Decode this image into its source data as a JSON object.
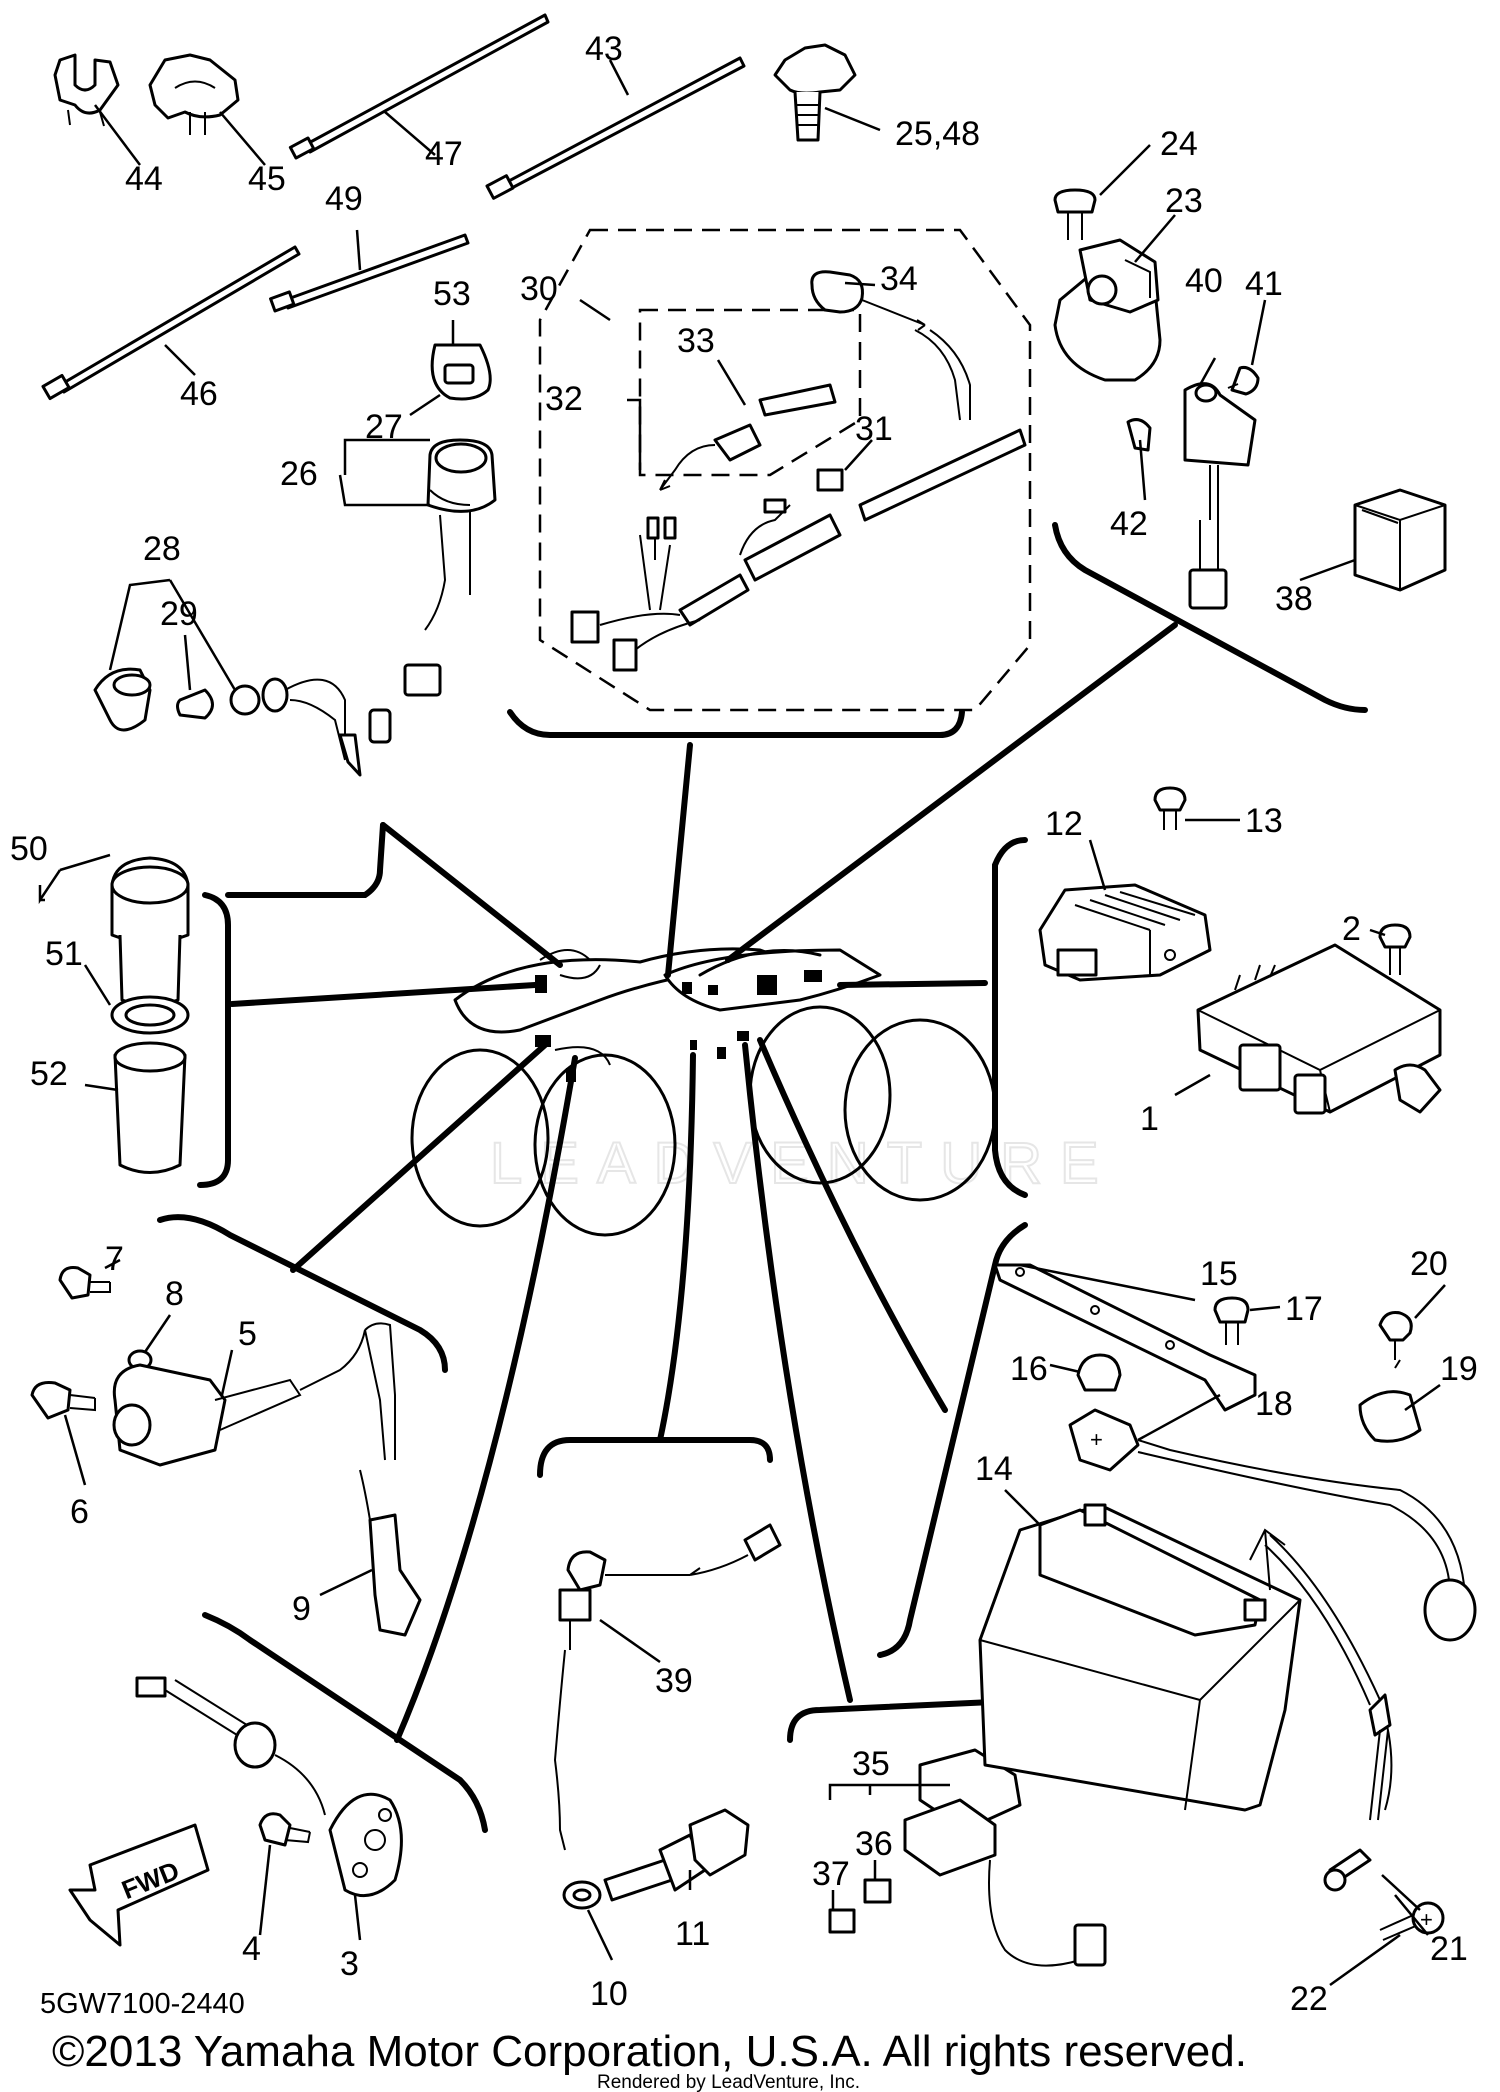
{
  "callouts": [
    {
      "id": "c44",
      "text": "44"
    },
    {
      "id": "c45",
      "text": "45"
    },
    {
      "id": "c47",
      "text": "47"
    },
    {
      "id": "c43",
      "text": "43"
    },
    {
      "id": "c25_48",
      "text": "25,48"
    },
    {
      "id": "c24",
      "text": "24"
    },
    {
      "id": "c23",
      "text": "23"
    },
    {
      "id": "c49",
      "text": "49"
    },
    {
      "id": "c46",
      "text": "46"
    },
    {
      "id": "c53",
      "text": "53"
    },
    {
      "id": "c27",
      "text": "27"
    },
    {
      "id": "c26",
      "text": "26"
    },
    {
      "id": "c30",
      "text": "30"
    },
    {
      "id": "c33",
      "text": "33"
    },
    {
      "id": "c32",
      "text": "32"
    },
    {
      "id": "c34",
      "text": "34"
    },
    {
      "id": "c31",
      "text": "31"
    },
    {
      "id": "c41",
      "text": "41"
    },
    {
      "id": "c40",
      "text": "40"
    },
    {
      "id": "c42",
      "text": "42"
    },
    {
      "id": "c38",
      "text": "38"
    },
    {
      "id": "c28",
      "text": "28"
    },
    {
      "id": "c29",
      "text": "29"
    },
    {
      "id": "c50",
      "text": "50"
    },
    {
      "id": "c51",
      "text": "51"
    },
    {
      "id": "c52",
      "text": "52"
    },
    {
      "id": "c12",
      "text": "12"
    },
    {
      "id": "c13",
      "text": "13"
    },
    {
      "id": "c2",
      "text": "2"
    },
    {
      "id": "c1",
      "text": "1"
    },
    {
      "id": "c7",
      "text": "7"
    },
    {
      "id": "c8",
      "text": "8"
    },
    {
      "id": "c5",
      "text": "5"
    },
    {
      "id": "c6",
      "text": "6"
    },
    {
      "id": "c9",
      "text": "9"
    },
    {
      "id": "c15",
      "text": "15"
    },
    {
      "id": "c17",
      "text": "17"
    },
    {
      "id": "c20",
      "text": "20"
    },
    {
      "id": "c16",
      "text": "16"
    },
    {
      "id": "c19",
      "text": "19"
    },
    {
      "id": "c18",
      "text": "18"
    },
    {
      "id": "c14",
      "text": "14"
    },
    {
      "id": "c39",
      "text": "39"
    },
    {
      "id": "c35",
      "text": "35"
    },
    {
      "id": "c36",
      "text": "36"
    },
    {
      "id": "c37",
      "text": "37"
    },
    {
      "id": "c21",
      "text": "21"
    },
    {
      "id": "c22",
      "text": "22"
    },
    {
      "id": "c4",
      "text": "4"
    },
    {
      "id": "c3",
      "text": "3"
    },
    {
      "id": "c10",
      "text": "10"
    },
    {
      "id": "c11",
      "text": "11"
    }
  ],
  "battery_terminal_symbol": "+",
  "ground_terminal_symbol": "+",
  "fwd_label": "FWD",
  "part_code": "5GW7100-2440",
  "watermark": "LEADVENTURE",
  "copyright": "©2013 Yamaha Motor Corporation, U.S.A. All rights reserved.",
  "rendered_by": "Rendered by LeadVenture, Inc."
}
